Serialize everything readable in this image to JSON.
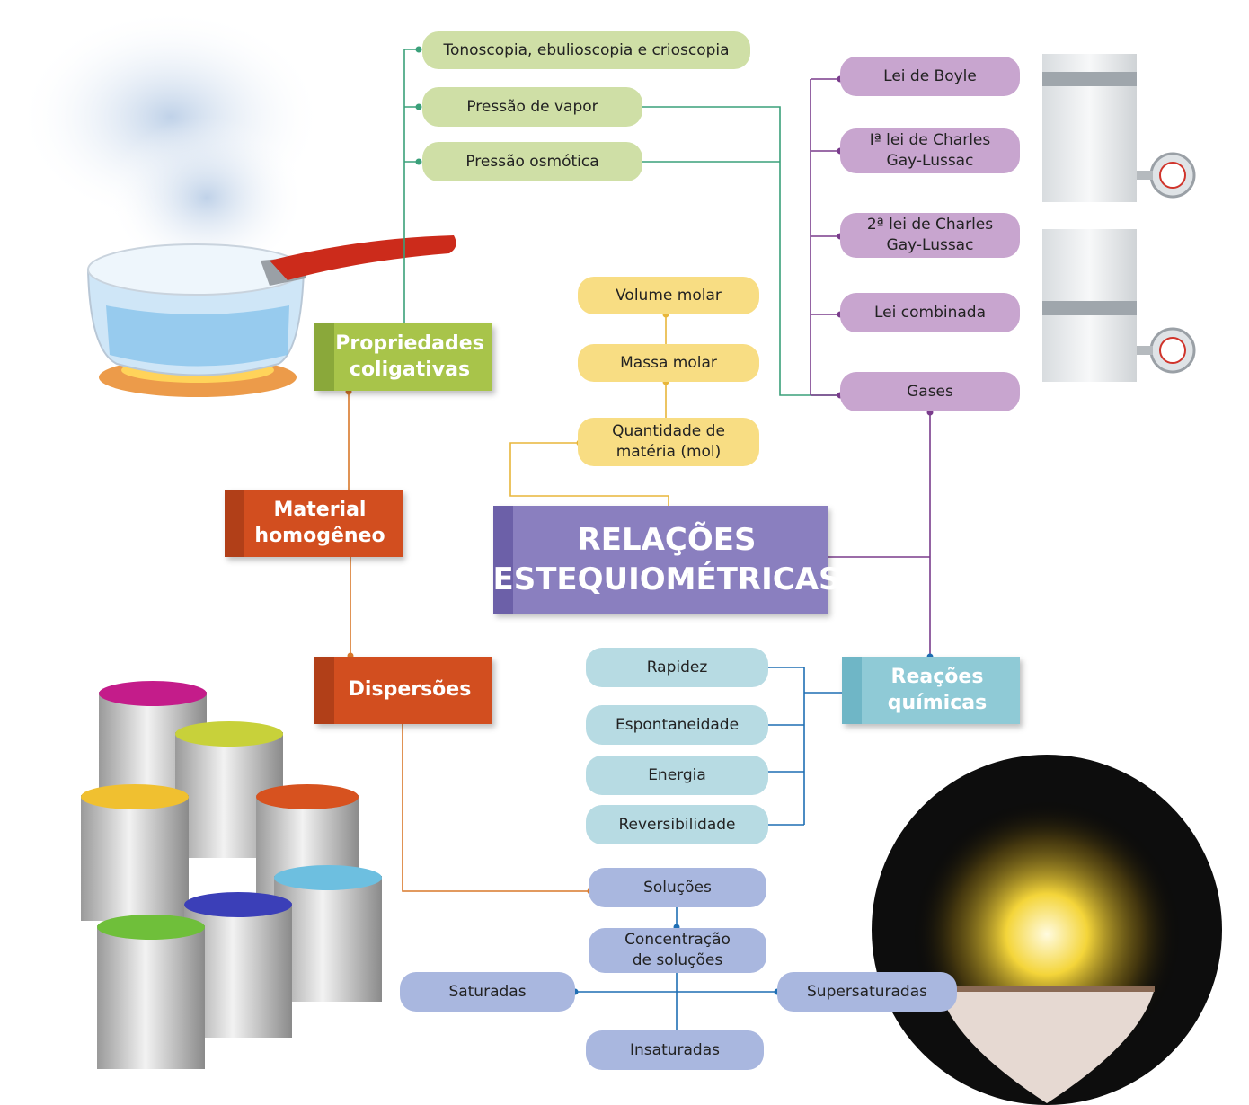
{
  "colors": {
    "green_line": "#3aa07a",
    "violet_line": "#7a3c8c",
    "yellow_line": "#e8b63a",
    "orange_line": "#d9782a",
    "blue_line": "#1f6fb4",
    "main_box": "#8a7fbf",
    "propriedades_box": "#a8c44a",
    "material_box": "#d24e1f",
    "dispersoes_box": "#d24e1f",
    "reacoes_box": "#8fcad6"
  },
  "central": {
    "label": "RELAÇÕES\nESTEQUIOMÉTRICAS"
  },
  "boxes": {
    "propriedades": "Propriedades\ncoligativas",
    "material": "Material\nhomogêneo",
    "dispersoes": "Dispersões",
    "reacoes": "Reações\nquímicas"
  },
  "coligativas": {
    "tonoscopia": "Tonoscopia, ebulioscopia e crioscopia",
    "pressao_vapor": "Pressão de vapor",
    "pressao_osmotica": "Pressão osmótica"
  },
  "gases": {
    "boyle": "Lei de Boyle",
    "charles1": "Iª lei de Charles\nGay-Lussac",
    "charles2": "2ª lei de Charles\nGay-Lussac",
    "combinada": "Lei combinada",
    "gases": "Gases"
  },
  "mol": {
    "volume": "Volume molar",
    "massa": "Massa molar",
    "quantidade": "Quantidade de\nmatéria (mol)"
  },
  "reacoes_items": {
    "rapidez": "Rapidez",
    "espontaneidade": "Espontaneidade",
    "energia": "Energia",
    "reversibilidade": "Reversibilidade"
  },
  "solucoes": {
    "solucoes": "Soluções",
    "concentracao": "Concentração\nde soluções",
    "saturadas": "Saturadas",
    "supersaturadas": "Supersaturadas",
    "insaturadas": "Insaturadas"
  },
  "illustrations": {
    "pot": "boiling-pot-illustration",
    "cylinders": "gas-cylinders-illustration",
    "paint": "paint-cans-illustration",
    "sparks": "sparks-illustration"
  }
}
